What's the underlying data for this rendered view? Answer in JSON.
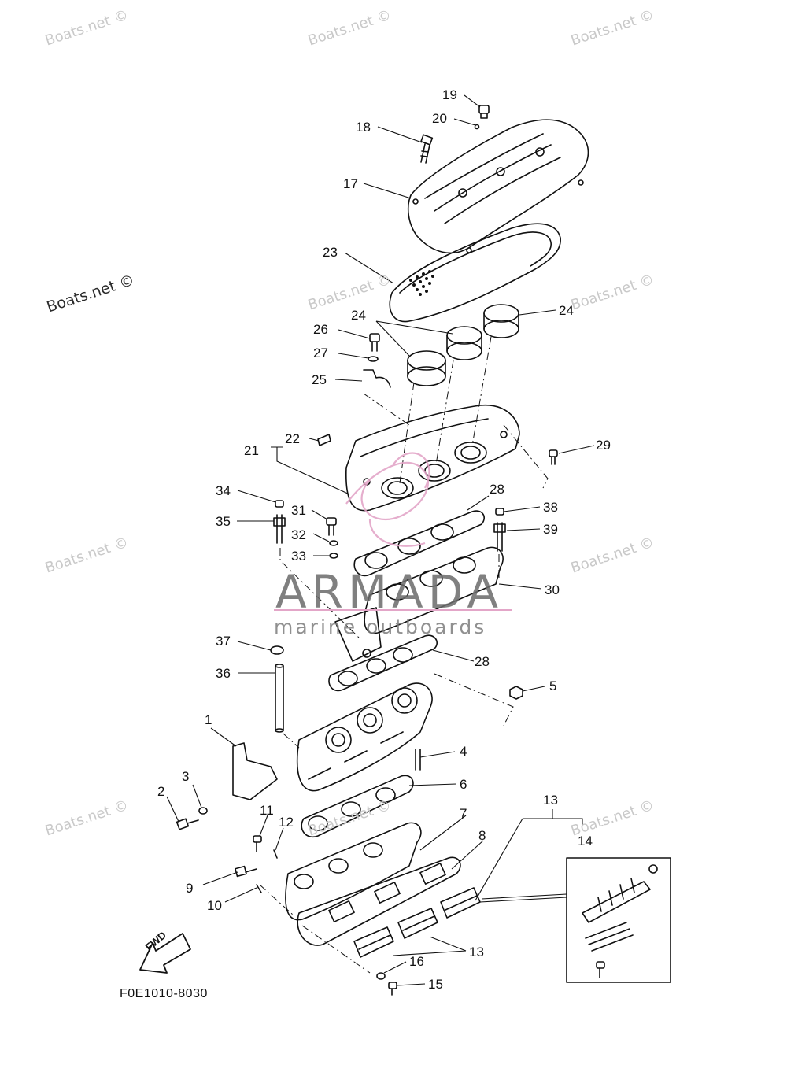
{
  "watermarks": [
    "Boats.net ©",
    "Boats.net ©",
    "Boats.net ©",
    "Boats.net ©",
    "Boats.net ©",
    "Boats.net ©",
    "Boats.net ©",
    "Boats.net ©",
    "Boats.net ©",
    "Boats.net ©",
    "Boats.net ©"
  ],
  "brand": {
    "name": "ARMADA",
    "tagline": "marine outboards",
    "accent_color": "#e3a6c8"
  },
  "diagram_code": "F0E1010-8030",
  "fwd_label": "FWD",
  "part_numbers": [
    "19",
    "20",
    "18",
    "17",
    "23",
    "24",
    "24",
    "26",
    "27",
    "25",
    "22",
    "21",
    "29",
    "34",
    "31",
    "28",
    "38",
    "35",
    "32",
    "39",
    "33",
    "30",
    "37",
    "28",
    "36",
    "5",
    "1",
    "4",
    "3",
    "6",
    "2",
    "11",
    "13",
    "7",
    "12",
    "14",
    "8",
    "9",
    "10",
    "16",
    "13",
    "15"
  ]
}
